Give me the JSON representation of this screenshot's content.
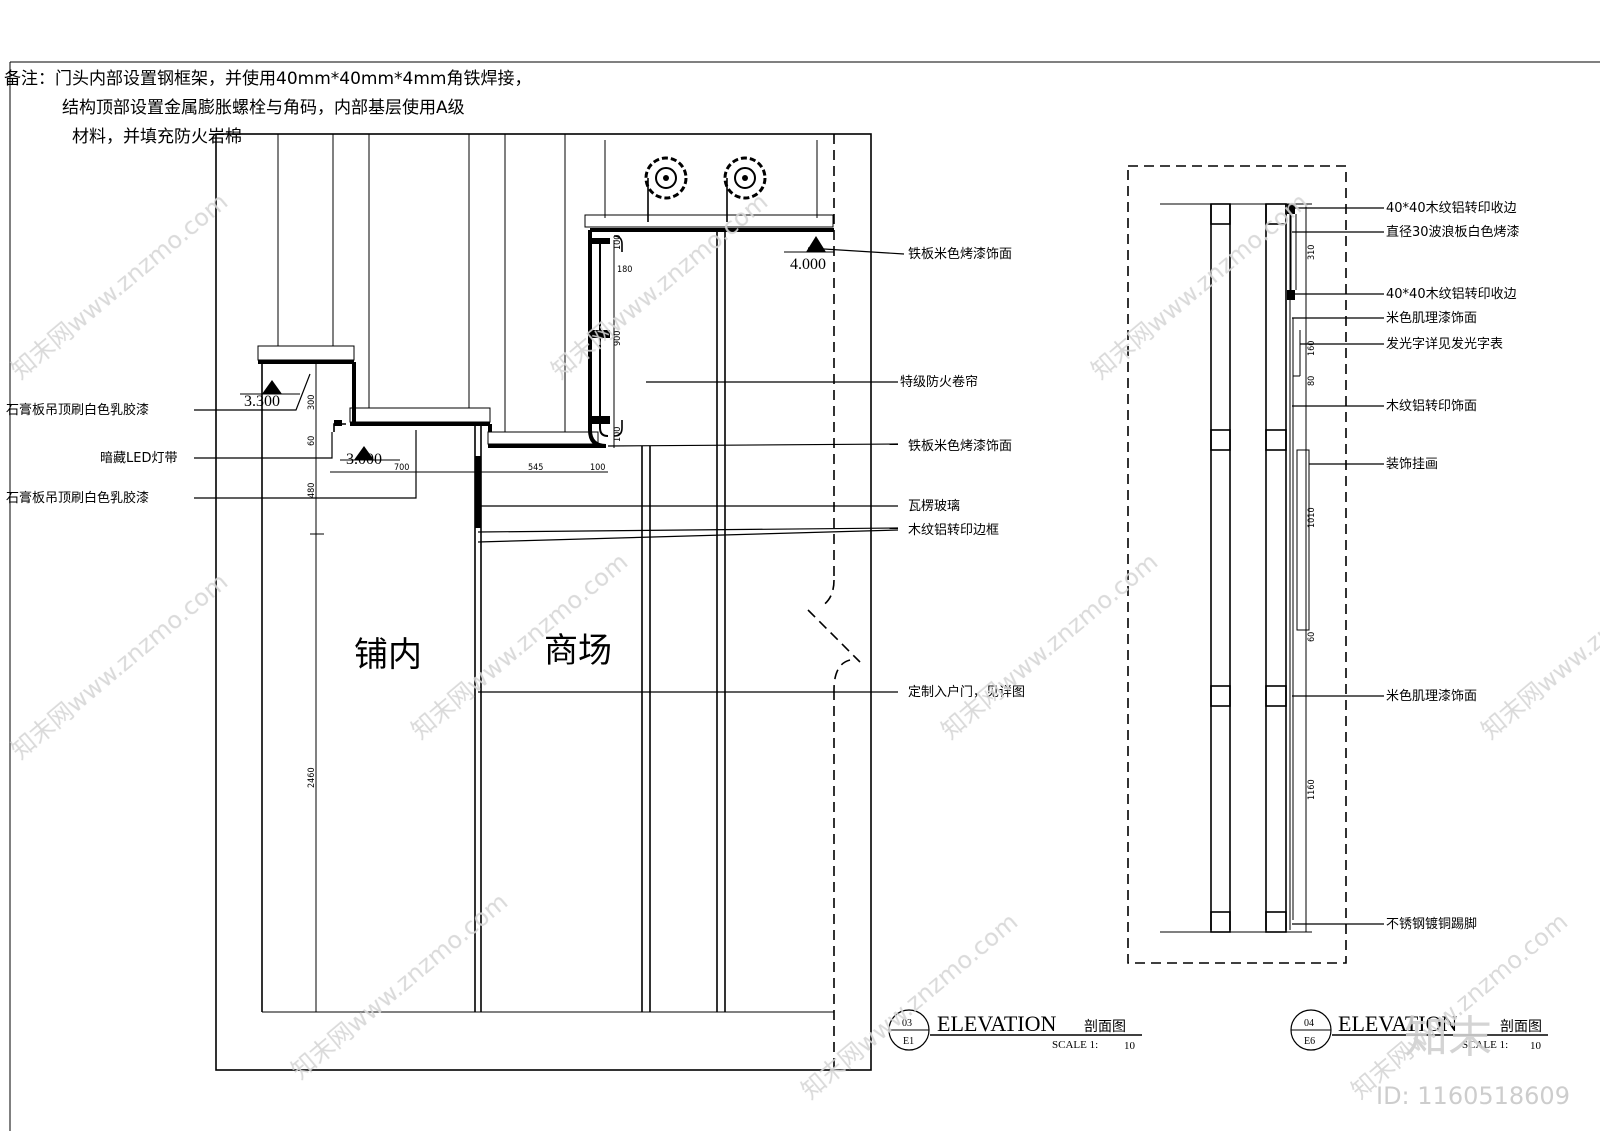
{
  "note": {
    "line1": "备注：门头内部设置钢框架，并使用40mm*40mm*4mm角铁焊接，",
    "line2": "结构顶部设置金属膨胀螺栓与角码，内部基层使用A级",
    "line3": "材料，并填充防火岩棉"
  },
  "left_section": {
    "rooms": {
      "inside": "铺内",
      "mall": "商场"
    },
    "levels": {
      "l1": "3.300",
      "l2": "3.000",
      "l3": "4.000"
    },
    "dims": {
      "d300": "300",
      "d60": "60",
      "d480": "480",
      "d2460": "2460",
      "d700": "700",
      "d545": "545",
      "d100a": "100",
      "d100b": "100",
      "d180": "180",
      "d900": "900",
      "d100c": "100"
    },
    "labels_left": {
      "a": "石膏板吊顶刷白色乳胶漆",
      "b": "暗藏LED灯带",
      "c": "石膏板吊顶刷白色乳胶漆"
    },
    "labels_right": {
      "a": "铁板米色烤漆饰面",
      "b": "特级防火卷帘",
      "c": "铁板米色烤漆饰面",
      "d": "瓦楞玻璃",
      "e": "木纹铝转印边框",
      "f": "定制入户门，见详图"
    },
    "title": {
      "num": "03",
      "sheet": "E1",
      "name": "ELEVATION",
      "cn": "剖面图",
      "scale_label": "SCALE 1:",
      "scale_value": "10"
    }
  },
  "right_section": {
    "labels": {
      "a": "40*40木纹铝转印收边",
      "b": "直径30波浪板白色烤漆",
      "c": "40*40木纹铝转印收边",
      "d": "米色肌理漆饰面",
      "e": "发光字详见发光字表",
      "f": "木纹铝转印饰面",
      "g": "装饰挂画",
      "h": "米色肌理漆饰面",
      "i": "不锈钢镀铜踢脚"
    },
    "dims": {
      "d310": "310",
      "d160": "160",
      "d80": "80",
      "d1010": "1010",
      "d60": "60",
      "d1160": "1160"
    },
    "title": {
      "num": "04",
      "sheet": "E6",
      "name": "ELEVATION",
      "cn": "剖面图",
      "scale_label": "SCALE 1:",
      "scale_value": "10"
    }
  },
  "watermark": {
    "site": "知末网www.znzmo.com",
    "logo": "知末",
    "id": "ID: 1160518609"
  }
}
